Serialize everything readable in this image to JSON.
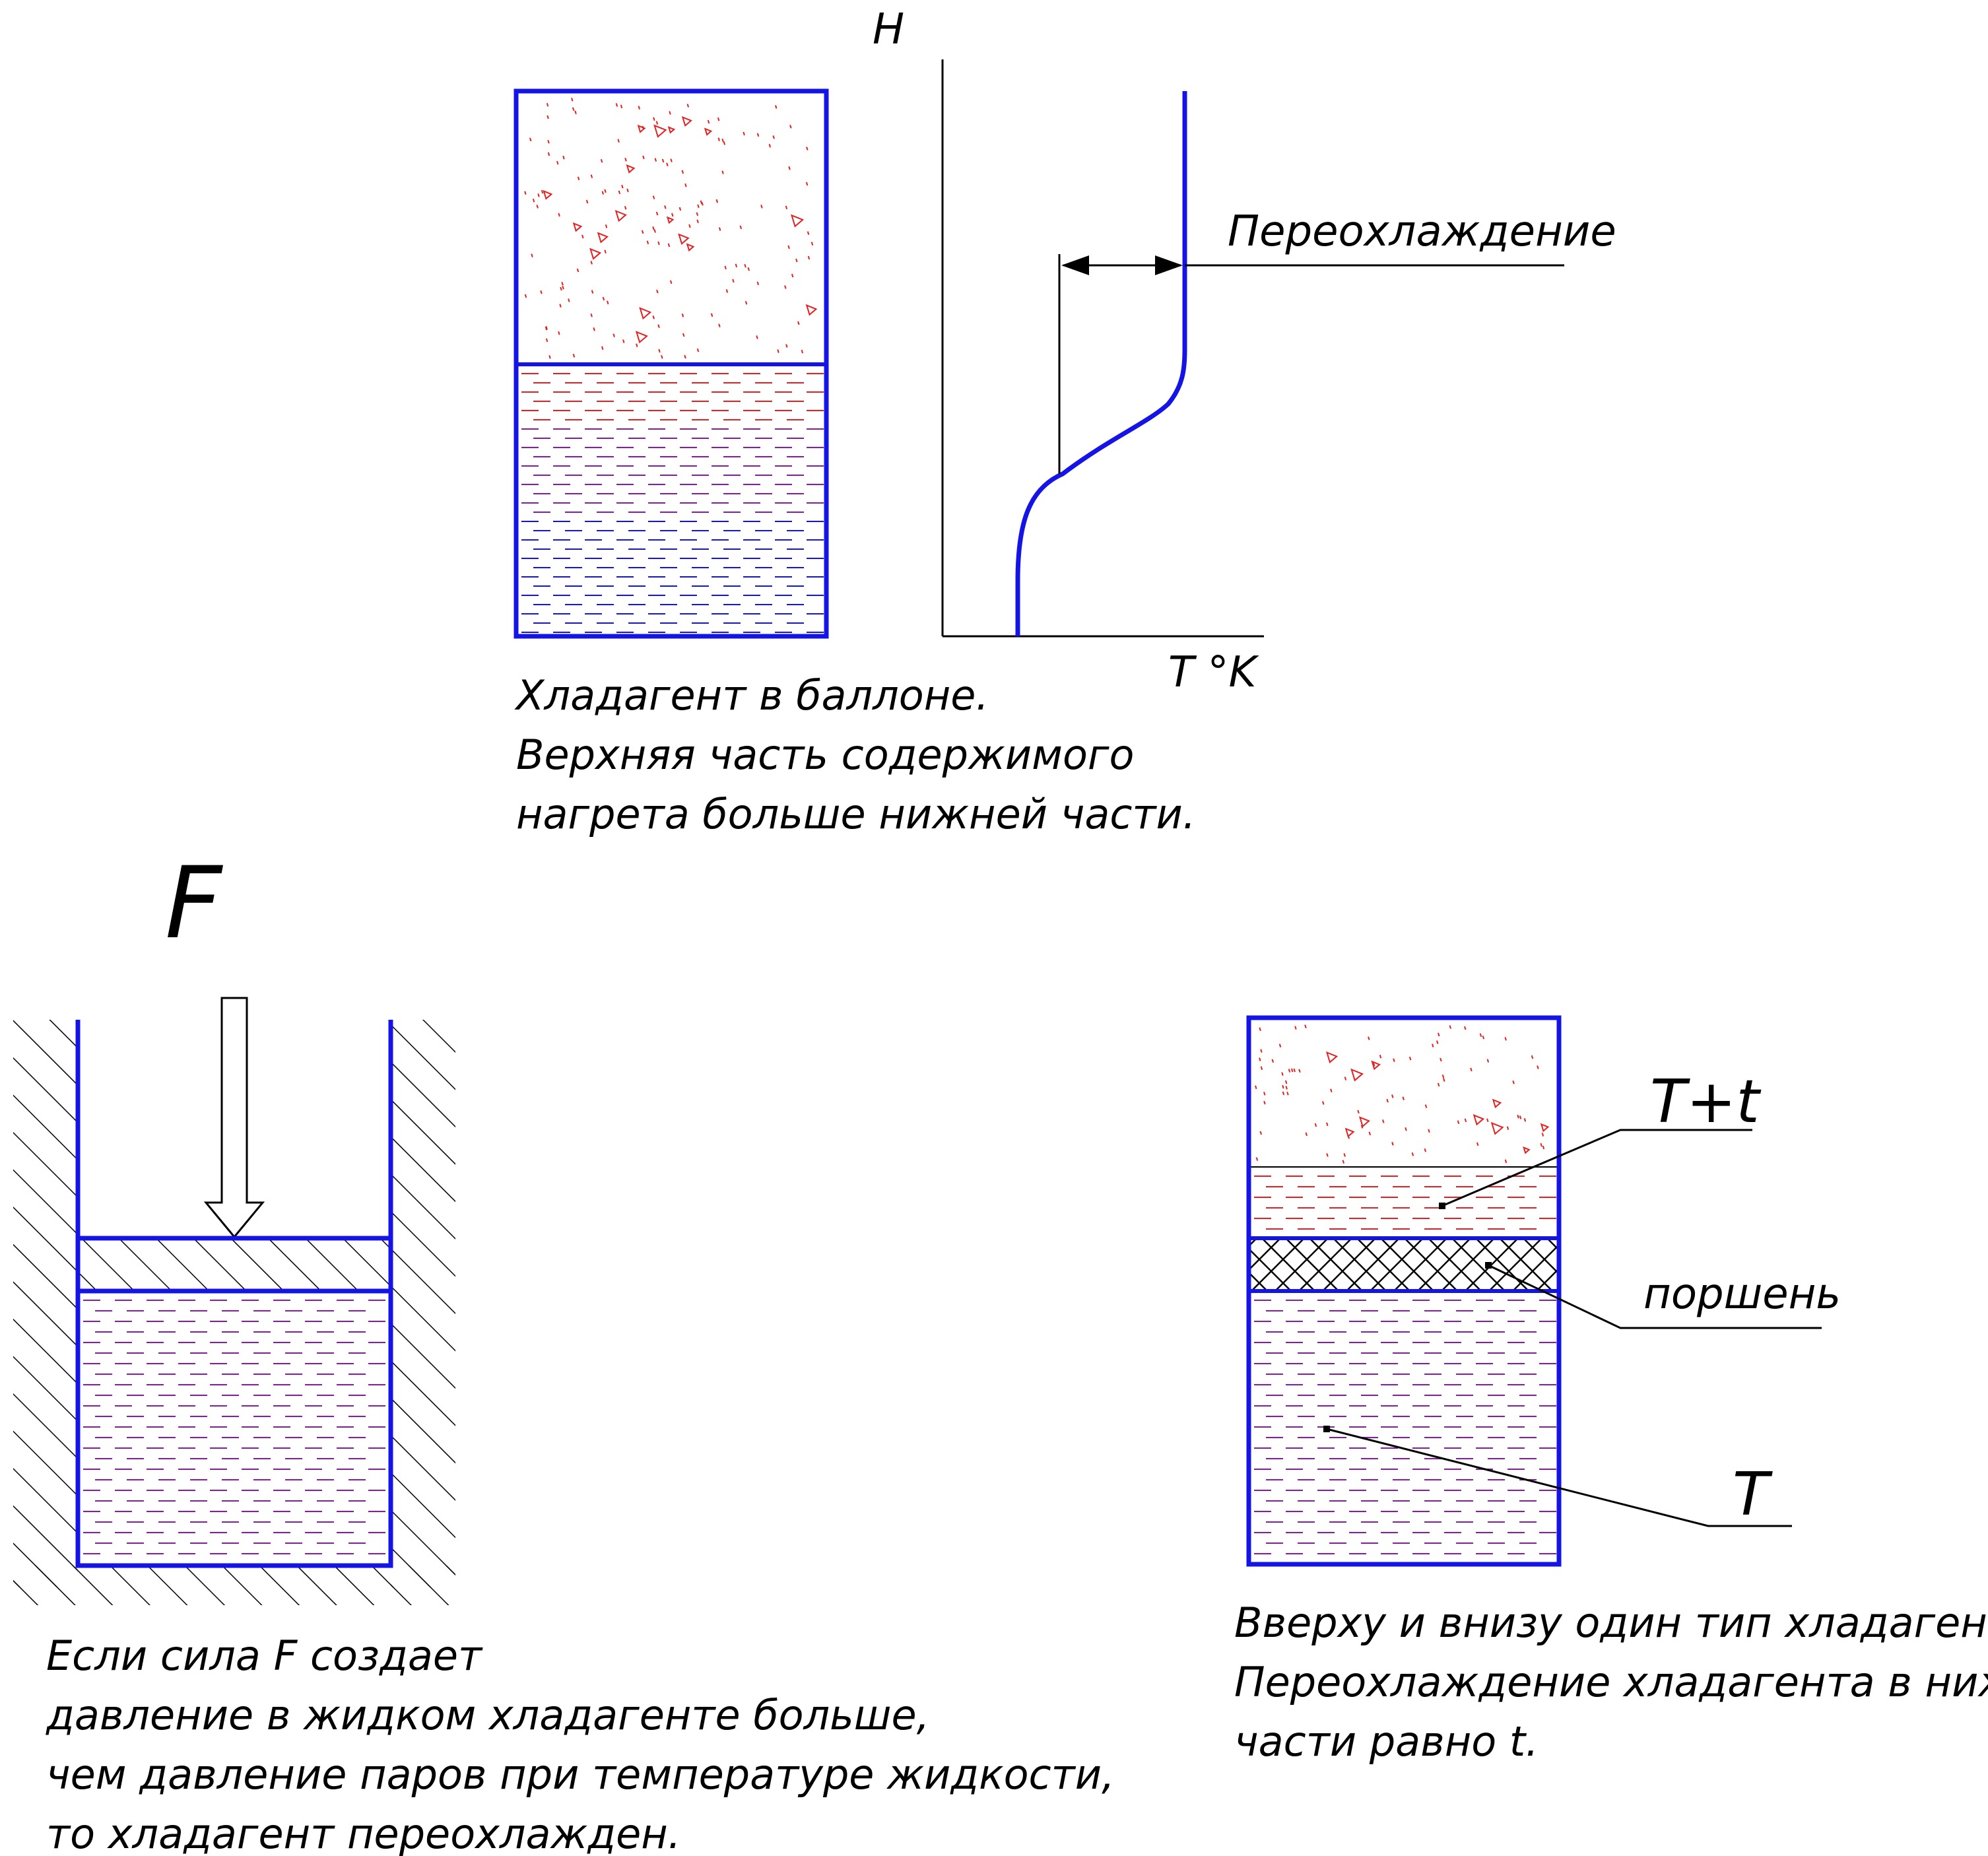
{
  "colors": {
    "outline": "#1414e6",
    "gas_dots": "#e62020",
    "hot_liquid": "#e62020",
    "cold_liquid": "#1414e6",
    "liquid_mixed": "#8a1aa8",
    "ink": "#000000"
  },
  "graph": {
    "y_label": "H",
    "x_label": "T °K",
    "annotation": "Переохлаждение"
  },
  "captions": {
    "top": [
      "Хладагент в баллоне.",
      "Верхняя часть содержимого",
      "нагрета больше нижней части."
    ],
    "bottom_left": [
      "Если сила F создает",
      "давление в жидком хладагенте больше,",
      "чем давление паров при температуре жидкости,",
      "то хладагент переохлажден."
    ],
    "bottom_right": [
      "Вверху и внизу один тип хладагента.",
      "Переохлаждение хладагента в нижней",
      "части равно t."
    ]
  },
  "left_figure": {
    "force_label": "F"
  },
  "right_figure": {
    "label_top": "T+t",
    "label_piston": "поршень",
    "label_bottom": "T"
  }
}
